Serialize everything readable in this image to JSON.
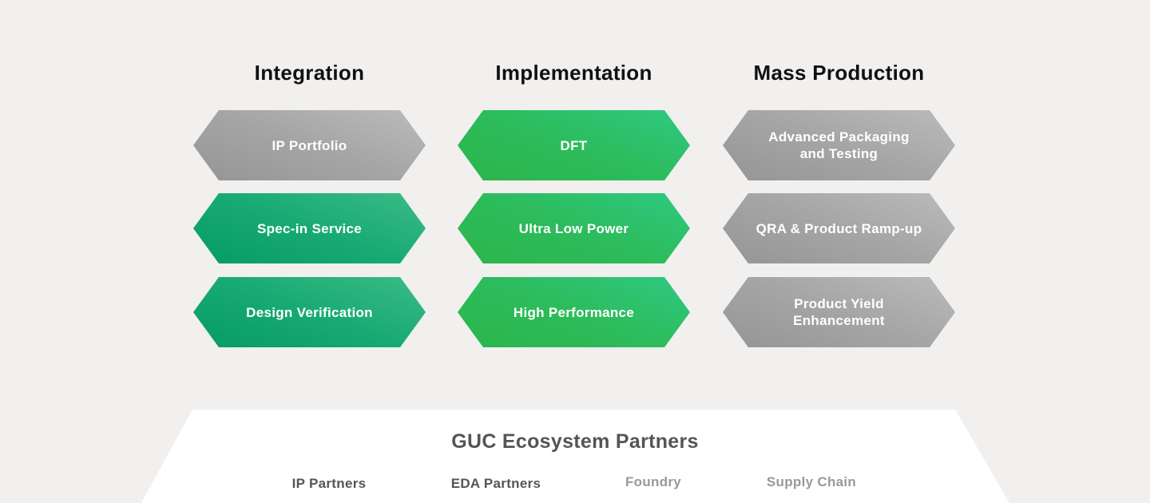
{
  "columns": [
    {
      "heading": "Integration",
      "items": [
        "IP Portfolio",
        "Spec-in Service",
        "Design Verification"
      ],
      "styles": [
        "grey",
        "teal",
        "teal"
      ]
    },
    {
      "heading": "Implementation",
      "items": [
        "DFT",
        "Ultra Low Power",
        "High Performance"
      ],
      "styles": [
        "green",
        "green",
        "green"
      ]
    },
    {
      "heading": "Mass Production",
      "items": [
        "Advanced Packaging\nand Testing",
        "QRA & Product Ramp-up",
        "Product Yield\nEnhancement"
      ],
      "styles": [
        "grey",
        "grey",
        "grey"
      ]
    }
  ],
  "colors": {
    "grey": "#a5a5a5",
    "teal": "#18aa74",
    "green": "#2dbc5c",
    "background": "#f1f0ef"
  },
  "ecosystem": {
    "title": "GUC Ecosystem Partners",
    "partners": [
      {
        "label": "IP Partners",
        "state": "active"
      },
      {
        "label": "EDA Partners",
        "state": "active"
      },
      {
        "label": "Foundry",
        "state": "inactive"
      },
      {
        "label": "Supply Chain",
        "state": "inactive"
      }
    ]
  }
}
